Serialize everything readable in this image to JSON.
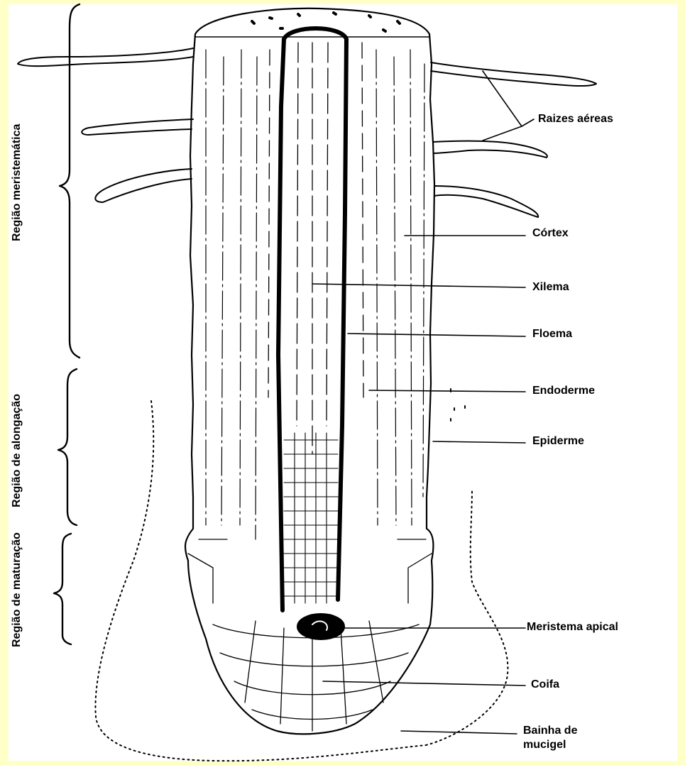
{
  "labels": {
    "raizes_aereas": "Raizes aéreas",
    "cortex": "Córtex",
    "xilema": "Xilema",
    "floema": "Floema",
    "endoderme": "Endoderme",
    "epiderme": "Epiderme",
    "meristema_apical": "Meristema apical",
    "coifa": "Coifa",
    "bainha_line1": "Bainha de",
    "bainha_line2": "mucigel"
  },
  "regions": {
    "meristematica": "Região meristemática",
    "alongacao": "Região de alongação",
    "maturacao": "Região de maturação"
  },
  "colors": {
    "background": "#FFFFC8",
    "panel": "#FFFFFF",
    "ink": "#000000"
  }
}
